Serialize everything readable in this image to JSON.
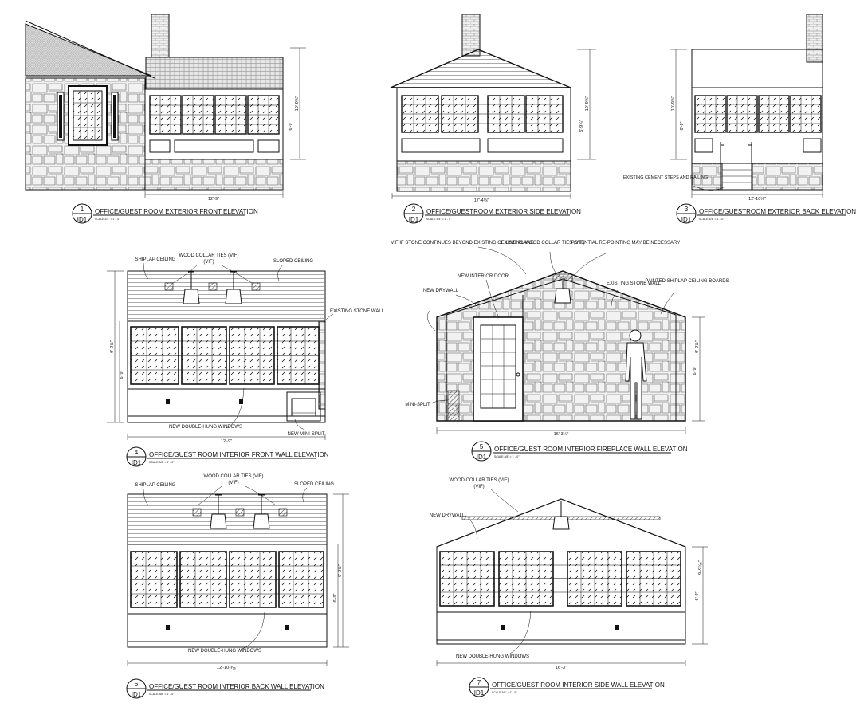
{
  "colors": {
    "ink": "#111111",
    "paper": "#ffffff",
    "stone_fill": "#ececec",
    "roof_fill": "#dcdcdc"
  },
  "views": [
    {
      "num": "1",
      "sheet": "ID1",
      "title": "OFFICE/GUEST ROOM EXTERIOR FRONT ELEVATION",
      "scale": "SCALE:1/4\" = 1' - 0\"",
      "dims": {
        "height_total": "10'-9⅝\"",
        "height_window": "6'-9\"",
        "width": "12'-9\""
      }
    },
    {
      "num": "2",
      "sheet": "ID1",
      "title": "OFFICE/GUESTROOM EXTERIOR SIDE ELEVATION",
      "scale": "SCALE:1/4\" = 1' - 0\"",
      "dims": {
        "height_total": "10'-9⅜\"",
        "height_window": "6'-9¼\"",
        "width": "17'-4⅛\""
      }
    },
    {
      "num": "3",
      "sheet": "ID1",
      "title": "OFFICE/GUESTROOM EXTERIOR BACK ELEVATION",
      "scale": "SCALE:1/4\" = 1' - 0\"",
      "dims": {
        "height_total": "10'-9⅝\"",
        "height_window": "6'-9\"",
        "width": "12'-10⅝\""
      },
      "notes": {
        "steps": "EXISTING CEMENT STEPS AND RAILING"
      }
    },
    {
      "num": "4",
      "sheet": "ID1",
      "title": "OFFICE/GUEST ROOM INTERIOR FRONT WALL ELEVATION",
      "scale": "SCALE:3/8\" = 1' - 0\"",
      "dims": {
        "height_total": "9'-9½\"",
        "height_window": "6'-9\"",
        "width": "12'-9\""
      },
      "notes": {
        "shiplap": "SHIPLAP CEILING",
        "collar": "WOOD COLLAR TIES (VIF)",
        "sloped": "SLOPED CEILING",
        "stone": "EXISTING STONE WALL",
        "windows": "NEW DOUBLE-HUNG WINDOWS",
        "minisplit": "NEW MINI-SPLIT"
      }
    },
    {
      "num": "5",
      "sheet": "ID1",
      "title": "OFFICE/GUEST ROOM INTERIOR FIREPLACE WALL ELEVATION",
      "scale": "SCALE:3/8\" = 1' - 0\"",
      "dims": {
        "height_total": "9'-9½\"",
        "height_window": "6'-9\"",
        "width": "16'-3¼\""
      },
      "notes": {
        "vif": "VIF IF STONE CONTINUES BEYOND EXISTING CEILING PLANE",
        "collar": "EXISTING WOOD COLLAR TIES (VIF)",
        "repoint": "POTENTIAL RE-POINTING MAY BE NECESSARY",
        "door": "NEW INTERIOR DOOR",
        "drywall": "NEW DRYWALL",
        "stone": "EXISTING STONE WALL",
        "shiplap": "PAINTED SHIPLAP CEILING BOARDS",
        "minisplit": "MINI-SPLIT"
      }
    },
    {
      "num": "6",
      "sheet": "ID1",
      "title": "OFFICE/GUEST ROOM INTERIOR BACK WALL ELEVATION",
      "scale": "SCALE:3/8\" = 1' - 0\"",
      "dims": {
        "height_total": "9'-9½\"",
        "height_window": "6'-9\"",
        "width": "12'-10¹³⁄₁₆\""
      },
      "notes": {
        "shiplap": "SHIPLAP CEILING",
        "collar": "WOOD COLLAR TIES (VIF)",
        "sloped": "SLOPED CEILING",
        "windows": "NEW DOUBLE-HUNG WINDOWS"
      }
    },
    {
      "num": "7",
      "sheet": "ID1",
      "title": "OFFICE/GUEST ROOM INTERIOR SIDE WALL ELEVATION",
      "scale": "SCALE:3/8\" = 1' - 0\"",
      "dims": {
        "height_total": "9'-9⁷⁄₁₆\"",
        "height_window": "6'-9\"",
        "width": "16'-3\""
      },
      "notes": {
        "collar": "WOOD COLLAR TIES (VIF)",
        "drywall": "NEW DRYWALL",
        "windows": "NEW DOUBLE-HUNG WINDOWS"
      }
    }
  ]
}
